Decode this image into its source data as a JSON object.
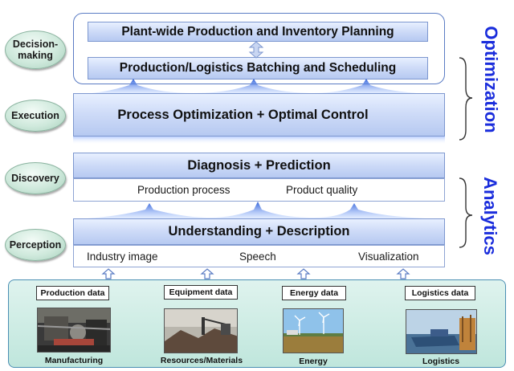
{
  "stages": [
    "Decision-making",
    "Execution",
    "Discovery",
    "Perception"
  ],
  "planning": "Plant-wide Production and Inventory Planning",
  "scheduling": "Production/Logistics Batching and Scheduling",
  "execution": "Process Optimization + Optimal Control",
  "diagnosis": {
    "title": "Diagnosis +  Prediction",
    "items": [
      "Production process",
      "Product quality"
    ]
  },
  "understanding": {
    "title": "Understanding + Description",
    "items": [
      "Industry image",
      "Speech",
      "Visualization"
    ]
  },
  "data_sources": [
    {
      "label": "Production data",
      "caption": "Manufacturing"
    },
    {
      "label": "Equipment data",
      "caption": "Resources/Materials"
    },
    {
      "label": "Energy data",
      "caption": "Energy"
    },
    {
      "label": "Logistics data",
      "caption": "Logistics"
    }
  ],
  "side_labels": {
    "optimization": "Optimization",
    "analytics": "Analytics"
  },
  "colors": {
    "accent": "#1a2ddc",
    "bar": "#cfdcf8",
    "panel": "#bfe6dc"
  }
}
